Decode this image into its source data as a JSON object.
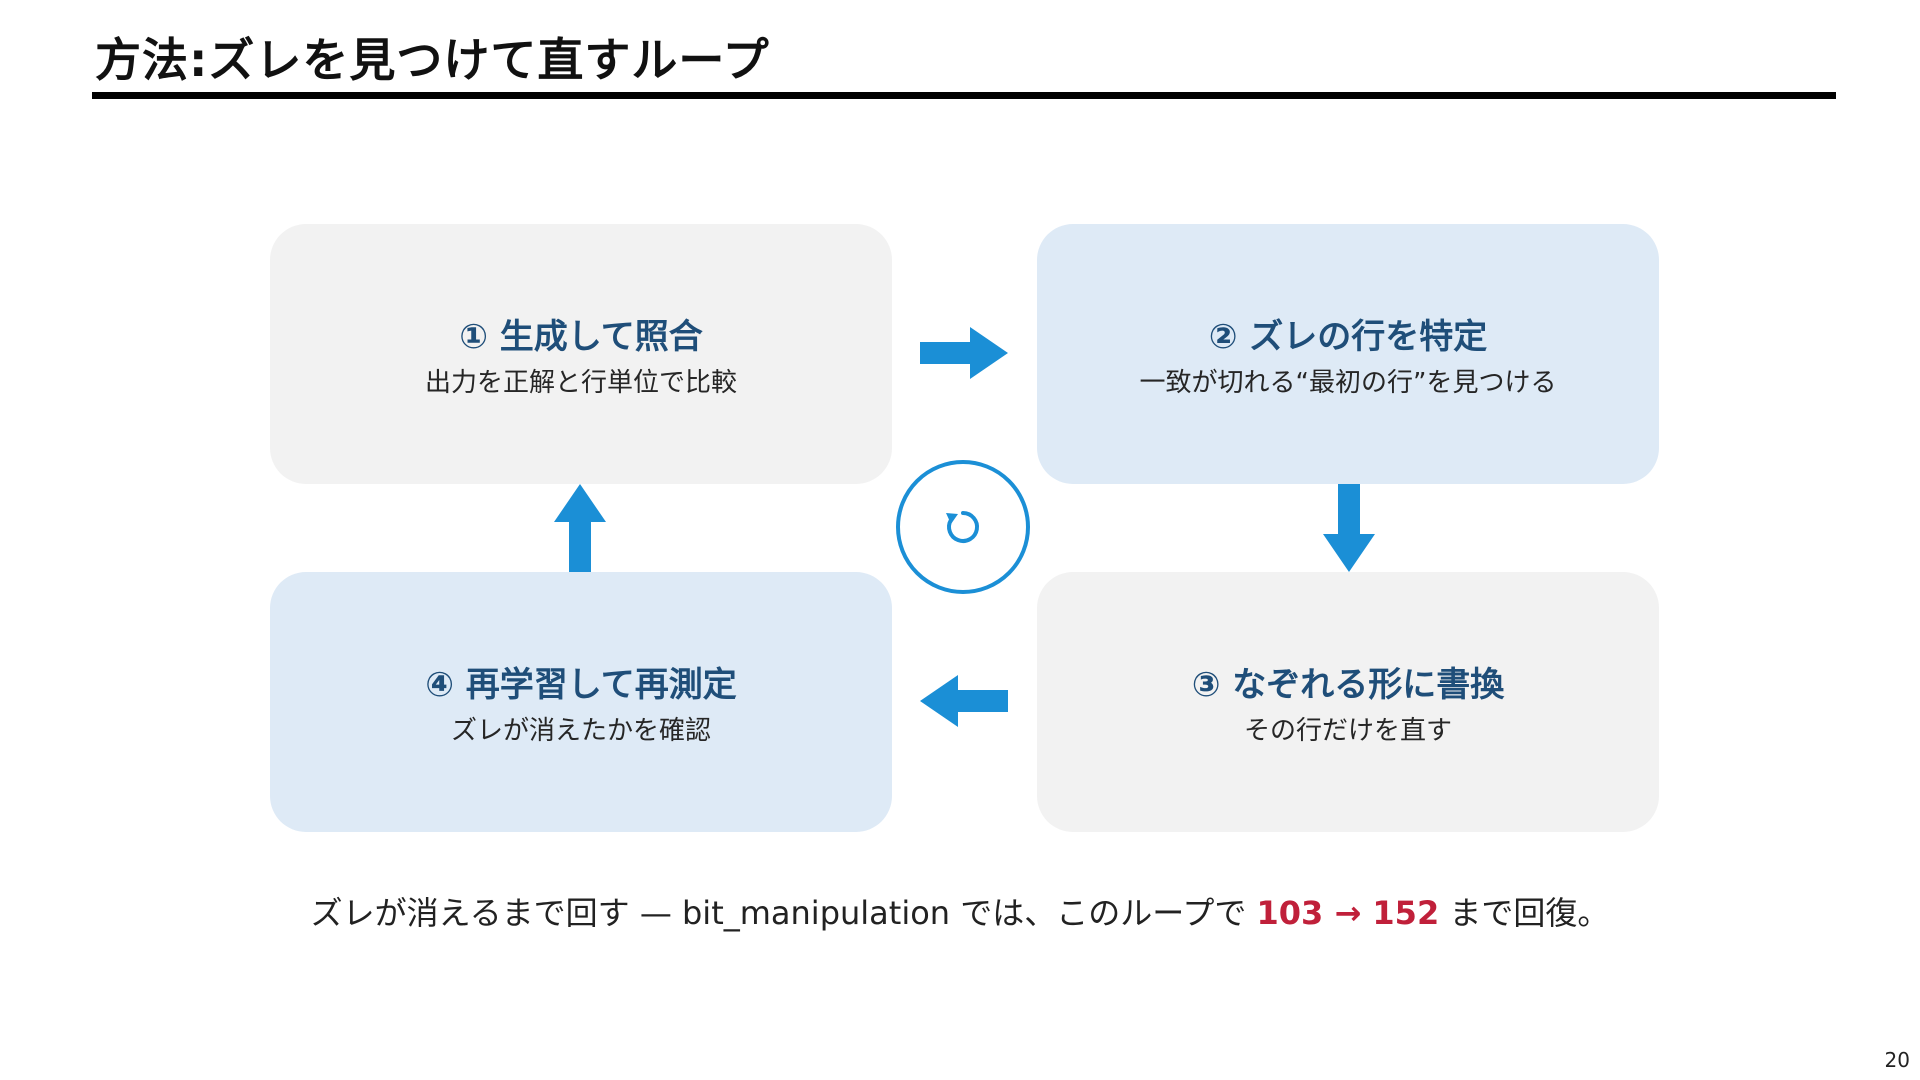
{
  "slide": {
    "title": "方法:ズレを見つけて直すループ",
    "page_number": "20"
  },
  "steps": [
    {
      "title": "① 生成して照合",
      "desc": "出力を正解と行単位で比較"
    },
    {
      "title": "② ズレの行を特定",
      "desc": "一致が切れる“最初の行”を見つける"
    },
    {
      "title": "③ なぞれる形に書換",
      "desc": "その行だけを直す"
    },
    {
      "title": "④ 再学習して再測定",
      "desc": "ズレが消えたかを確認"
    }
  ],
  "summary": {
    "prefix": "ズレが消えるまで回す — bit_manipulation では、このループで ",
    "highlight": "103 → 152",
    "suffix": " まで回復。"
  },
  "colors": {
    "accent": "#1b8fd6",
    "card_gray": "#f2f2f2",
    "card_blue": "#deeaf6",
    "step_title": "#1f4e79",
    "highlight": "#c0203a"
  },
  "icons": {
    "center": "cycle-icon",
    "flow_arrows": [
      "arrow-right-icon",
      "arrow-down-icon",
      "arrow-left-icon",
      "arrow-up-icon"
    ]
  }
}
